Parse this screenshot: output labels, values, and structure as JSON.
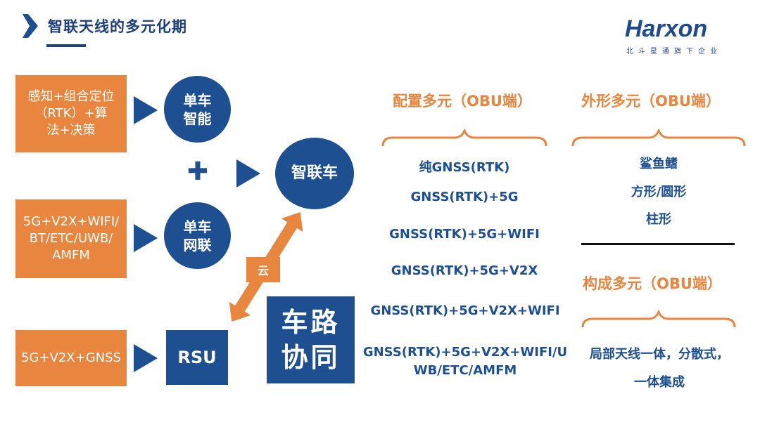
{
  "header": {
    "title": "智联天线的多元化期"
  },
  "logo": {
    "brand": "Harxon",
    "tagline": "北斗星通旗下企业"
  },
  "left_column": {
    "box1": "感知+组合定位\n（RTK）+算\n法+决策",
    "box2": "5G+V2X+WIFI/\nBT/ETC/UWB/\nAMFM",
    "box3": "5G+V2X+GNSS"
  },
  "middle": {
    "circle_single_intel": "单车\n智能",
    "plus_sign": "✚",
    "circle_single_net": "单车\n网联",
    "circle_smart_car": "智联车",
    "rsu": "RSU",
    "cloud_label": "云",
    "v2x_collab": "车路\n协同"
  },
  "config": {
    "title": "配置多元（OBU端）",
    "items": [
      "纯GNSS(RTK)",
      "GNSS(RTK)+5G",
      "GNSS(RTK)+5G+WIFI",
      "GNSS(RTK)+5G+V2X",
      "GNSS(RTK)+5G+V2X+WIFI",
      "GNSS(RTK)+5G+V2X+WIFI/U\nWB/ETC/AMFM"
    ]
  },
  "shape": {
    "title": "外形多元（OBU端）",
    "items": [
      "鲨鱼鳍",
      "方形/圆形",
      "柱形"
    ]
  },
  "composition": {
    "title": "构成多元（OBU端）",
    "text": "局部天线一体，分散式，\n一体集成"
  },
  "colors": {
    "blue": "#1d4f91",
    "orange": "#e8853e",
    "title_blue": "#1d3f7c"
  }
}
